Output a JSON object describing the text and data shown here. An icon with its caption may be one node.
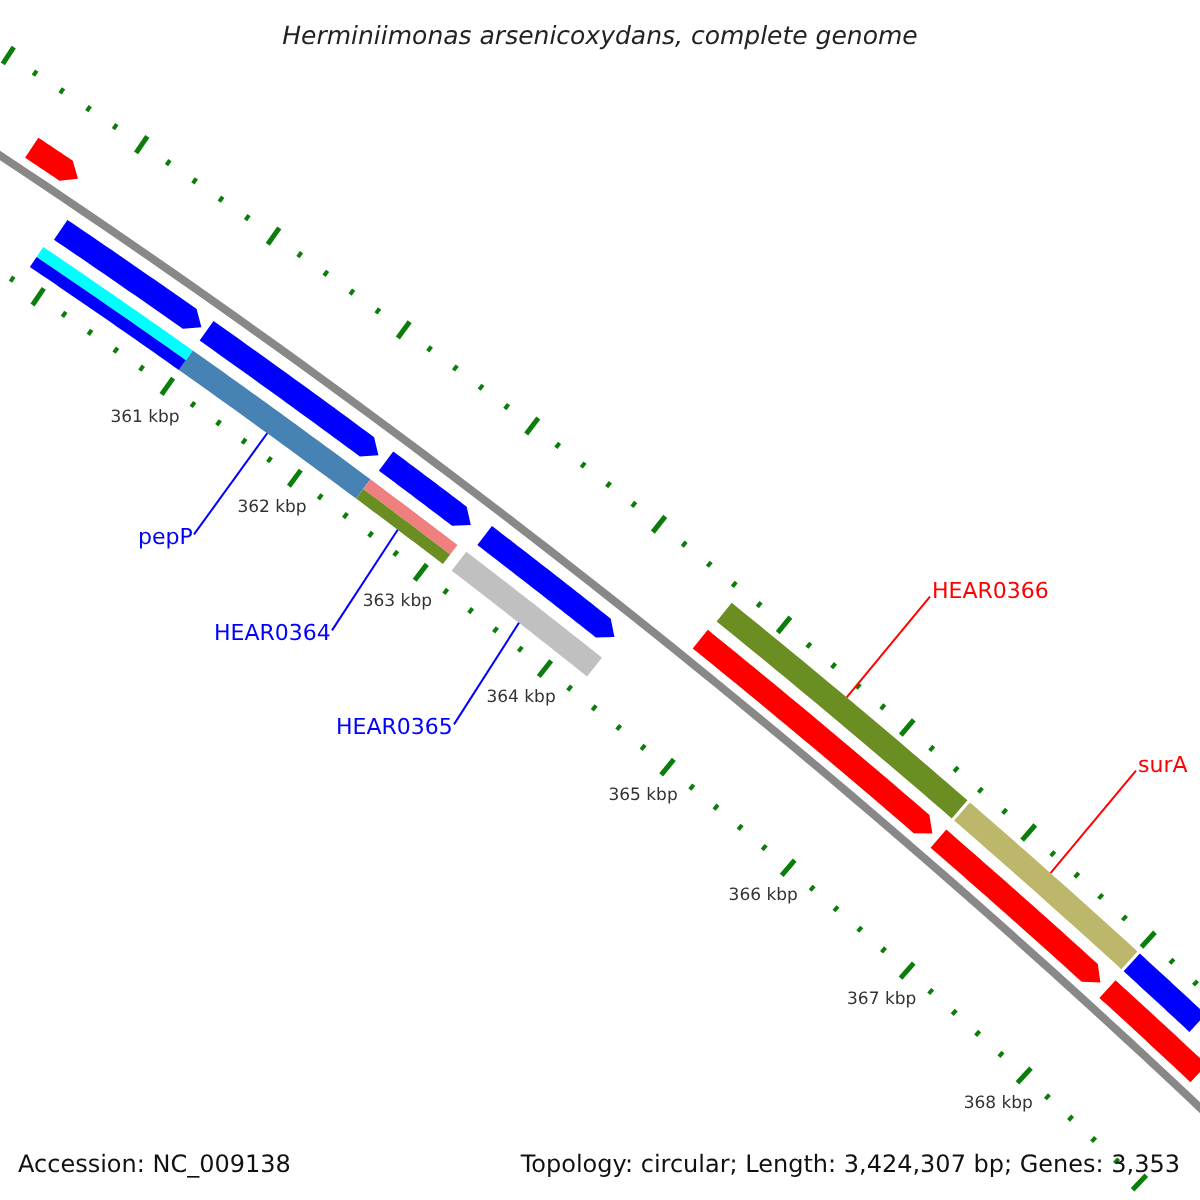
{
  "diagram": {
    "title": "Herminiimonas arsenicoxydans, complete genome",
    "nodes": [
      {
        "text": [
          "pepP"
        ]
      },
      {
        "text": [],
        "shape": "bar"
      },
      {
        "text": [
          "HEAR0364"
        ]
      },
      {
        "text": [],
        "shape": "bar"
      },
      {
        "text": [
          "HEAR0365"
        ]
      },
      {
        "text": [],
        "shape": "bar"
      },
      {
        "text": [
          "HEAR0366"
        ]
      },
      {
        "text": [],
        "shape": "bar"
      },
      {
        "text": [
          "surA"
        ]
      },
      {
        "text": [],
        "shape": "bar"
      },
      {
        "text": [],
        "shape": "bar"
      },
      {
        "text": [],
        "shape": "bar"
      },
      {
        "text": [],
        "shape": "bar"
      },
      {
        "text": [],
        "shape": "bar"
      },
      {
        "text": [],
        "shape": "bar"
      },
      {
        "text": [],
        "shape": "bar"
      },
      {
        "text": [],
        "shape": "bar"
      },
      {
        "text": [],
        "shape": "bar"
      },
      {
        "text": [],
        "shape": "bar"
      },
      {
        "text": [],
        "shape": "bar"
      }
    ],
    "edges": [
      {
        "from": 0,
        "to": 1,
        "arrow": "none"
      },
      {
        "from": 2,
        "to": 3,
        "arrow": "none"
      },
      {
        "from": 4,
        "to": 5,
        "arrow": "none"
      },
      {
        "from": 6,
        "to": 7,
        "arrow": "none",
        "color": "#ff0000"
      },
      {
        "from": 8,
        "to": 9,
        "arrow": "none",
        "color": "#ff0000"
      }
    ],
    "labels": [
      "361 kbp",
      "362 kbp",
      "363 kbp",
      "364 kbp",
      "365 kbp",
      "366 kbp",
      "367 kbp",
      "368 kbp",
      "Accession: NC_009138",
      "Topology: circular; Length: 3,424,307 bp; Genes: 3,353"
    ]
  }
}
